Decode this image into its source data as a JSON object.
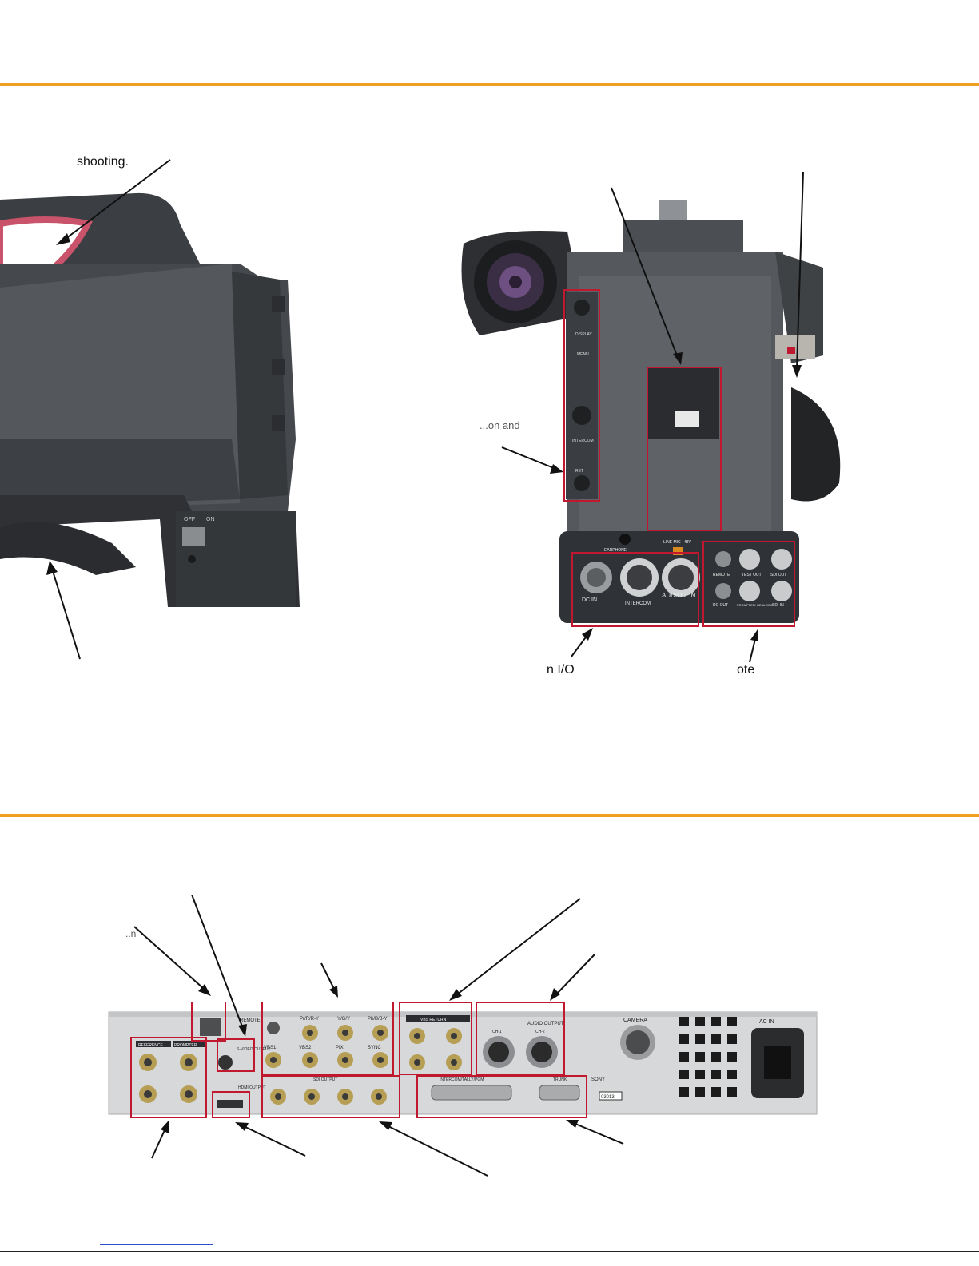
{
  "page": {
    "accent_color": "#f0a020",
    "box_color": "#c0182e"
  },
  "side_view": {
    "caption_fragment": "shooting.",
    "switch_labels": [
      "OFF",
      "ON"
    ]
  },
  "rear_view": {
    "left_label_fragment": "...on and",
    "bottom_left_label_fragment": "n I/O",
    "bottom_right_label_fragment": "ote",
    "panel_labels": {
      "display": "DISPLAY",
      "menu": "MENU",
      "intercom": "INTERCOM",
      "ret": "RET",
      "earphone": "EARPHONE",
      "line_mic": "LINE MIC +48V",
      "dc_in": "DC IN",
      "intercom_conn": "INTERCOM",
      "audio2": "AUDIO 2 IN",
      "remote": "REMOTE",
      "test_out": "TEST OUT",
      "sdi_out": "SDI OUT",
      "dc_out": "DC OUT",
      "prompter": "PROMPTER/ GENLOCK",
      "sdi_in": "SDI IN"
    }
  },
  "ccu_view": {
    "top_left_fragment": "..n",
    "panel_labels": {
      "reference": "REFERENCE",
      "prompter": "PROMPTER",
      "svideo": "S-VIDEO OUTPUT",
      "hdmi": "HDMI OUTPUT",
      "remote": "REMOTE",
      "pr": "Pr/R/R-Y",
      "yg": "Y/G/Y",
      "pb": "Pb/B/B-Y",
      "vbs1": "VBS1",
      "vbs2": "VBS2",
      "pix": "PIX",
      "sync": "SYNC",
      "sdi_output": "SDI OUTPUT",
      "vbs_return": "VBS RETURN",
      "audio_output": "AUDIO OUTPUT",
      "ch1": "CH-1",
      "ch2": "CH-2",
      "intercom": "INTERCOM/TALLY/PGM",
      "trunk": "TRUNK",
      "camera": "CAMERA",
      "ac_in": "AC IN",
      "brand": "SONY",
      "model_code": "03013"
    }
  }
}
